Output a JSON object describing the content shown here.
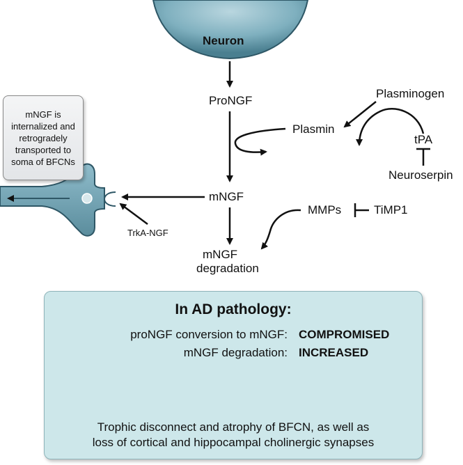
{
  "nodes": {
    "neuron": "Neuron",
    "prongf": "ProNGF",
    "plasminogen": "Plasminogen",
    "plasmin": "Plasmin",
    "tpa": "tPA",
    "neuroserpin": "Neuroserpin",
    "mngf": "mNGF",
    "mmps": "MMPs",
    "timp1": "TiMP1",
    "mngf_degradation_line1": "mNGF",
    "mngf_degradation_line2": "degradation",
    "trka_ngf": "TrkA-NGF"
  },
  "callout": {
    "text": "mNGF is internalized and retrogradely transported to soma of BFCNs"
  },
  "ad_box": {
    "title": "In AD pathology:",
    "rows": [
      {
        "label": "proNGF conversion to mNGF:",
        "value": "COMPROMISED"
      },
      {
        "label": "mNGF degradation:",
        "value": "INCREASED"
      }
    ],
    "conclusion_line1": "Trophic disconnect and atrophy of BFCN, as well as",
    "conclusion_line2": "loss of cortical and hippocampal cholinergic synapses"
  },
  "colors": {
    "neuron_fill": "#5f93a3",
    "axon_fill": "#6b9eae",
    "box_fill": "#cde7ea",
    "arrow_big": "#111111"
  }
}
